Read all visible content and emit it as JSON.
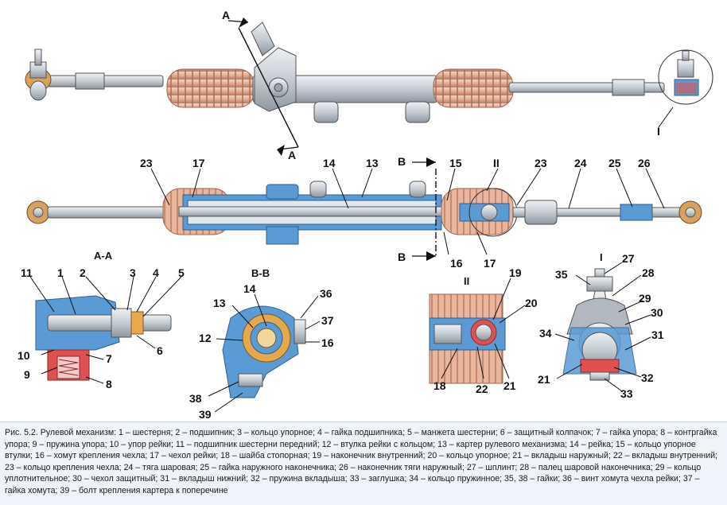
{
  "section_titles": {
    "aa": "A-A",
    "bb": "B-B",
    "ii": "II",
    "i": "I"
  },
  "section_marks": {
    "a_top": "A",
    "a_bottom": "A",
    "b_top": "B",
    "b_bottom": "B",
    "i_top": "I",
    "ii_main": "II"
  },
  "callouts_main": [
    "23",
    "17",
    "14",
    "13",
    "15",
    "II",
    "23",
    "24",
    "25",
    "26",
    "16",
    "17"
  ],
  "callouts_aa": [
    "11",
    "1",
    "2",
    "3",
    "4",
    "5",
    "6",
    "10",
    "9",
    "7",
    "8"
  ],
  "callouts_bb": [
    "14",
    "13",
    "12",
    "36",
    "37",
    "16",
    "38",
    "39"
  ],
  "callouts_ii": [
    "19",
    "20",
    "18",
    "22",
    "21"
  ],
  "callouts_i": [
    "27",
    "35",
    "28",
    "29",
    "30",
    "31",
    "34",
    "21",
    "32",
    "33"
  ],
  "colors": {
    "boot": "#e8b9a2",
    "metal": "#c9ced4",
    "section_blue": "#5b9bd5",
    "section_red": "#e05050",
    "caption_bg": "#eef4fa"
  },
  "caption": "Рис. 5.2. Рулевой механизм: 1 – шестерня; 2 – подшипник; 3 – кольцо упорное; 4 – гайка подшипника; 5 – манжета шестерни; 6 – защитный колпачок; 7 – гайка упора; 8 – контргайка упора; 9 – пружина упора; 10 – упор рейки; 11 – подшипник шестерни передний; 12 – втулка рейки с кольцом; 13 – картер рулевого механизма; 14 – рейка; 15 – кольцо упорное втулки; 16 – хомут крепления чехла; 17 – чехол рейки; 18 – шайба стопорная; 19 – наконечник внутренний; 20 – кольцо упорное; 21 – вкладыш наружный; 22 – вкладыш внутренний; 23 – кольцо крепления чехла; 24 – тяга шаровая; 25 – гайка наружного наконечника; 26 – наконечник тяги наружный; 27 – шплинт; 28 – палец шаровой наконечника; 29 – кольцо уплотнительное; 30 – чехол защитный; 31 – вкладыш нижний; 32 – пружина вкладыша; 33 – заглушка; 34 – кольцо пружинное; 35, 38 – гайки; 36 – винт хомута чехла рейки; 37 – гайка хомута; 39 – болт крепления картера к поперечине"
}
